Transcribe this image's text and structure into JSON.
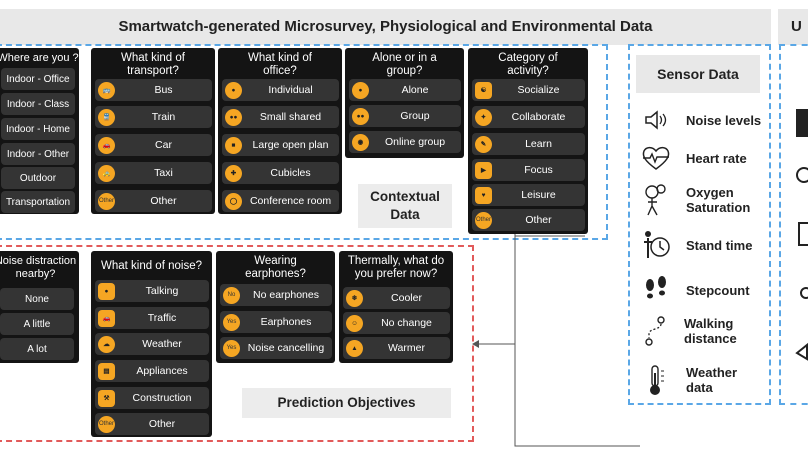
{
  "header": {
    "title": "Smartwatch-generated Microsurvey, Physiological and Environmental Data",
    "title_right": "U"
  },
  "contextual_label": "Contextual Data",
  "prediction_label": "Prediction Objectives",
  "cards": {
    "where": {
      "title": "Where are you ?",
      "options": [
        "Indoor - Office",
        "Indoor - Class",
        "Indoor - Home",
        "Indoor - Other",
        "Outdoor",
        "Transportation"
      ]
    },
    "transport": {
      "title": "What kind of transport?",
      "options": [
        "Bus",
        "Train",
        "Car",
        "Taxi",
        "Other"
      ],
      "icon_text": "Other"
    },
    "office": {
      "title": "What kind of office?",
      "options": [
        "Individual",
        "Small shared",
        "Large open plan",
        "Cubicles",
        "Conference room"
      ]
    },
    "alone": {
      "title": "Alone or in a group?",
      "options": [
        "Alone",
        "Group",
        "Online group"
      ]
    },
    "activity": {
      "title": "Category of activity?",
      "options": [
        "Socialize",
        "Collaborate",
        "Learn",
        "Focus",
        "Leisure",
        "Other"
      ],
      "icon_text": "Other"
    },
    "noise_distraction": {
      "title": "Noise distraction nearby?",
      "options": [
        "None",
        "A little",
        "A lot"
      ]
    },
    "noise_kind": {
      "title": "What kind of noise?",
      "options": [
        "Talking",
        "Traffic",
        "Weather",
        "Appliances",
        "Construction",
        "Other"
      ],
      "icon_text": "Other"
    },
    "earphones": {
      "title": "Wearing earphones?",
      "options": [
        "No earphones",
        "Earphones",
        "Noise cancelling"
      ],
      "icon_texts": [
        "No",
        "Yes",
        "Yes"
      ]
    },
    "thermal": {
      "title": "Thermally, what do you prefer now?",
      "options": [
        "Cooler",
        "No change",
        "Warmer"
      ]
    }
  },
  "sensor": {
    "title": "Sensor Data",
    "items": [
      {
        "label": "Noise levels",
        "icon": "speaker-icon"
      },
      {
        "label": "Heart rate",
        "icon": "heart-pulse-icon"
      },
      {
        "label": "Oxygen Saturation",
        "icon": "oxygen-icon"
      },
      {
        "label": "Stand time",
        "icon": "stand-clock-icon"
      },
      {
        "label": "Stepcount",
        "icon": "footsteps-icon"
      },
      {
        "label": "Walking distance",
        "icon": "route-icon"
      },
      {
        "label": "Weather data",
        "icon": "thermometer-icon"
      }
    ]
  },
  "colors": {
    "accent": "#f5a623",
    "card_bg": "#141414",
    "option_bg": "#343434",
    "blue_dash": "#5aa7e6",
    "red_dash": "#e25a5a"
  }
}
